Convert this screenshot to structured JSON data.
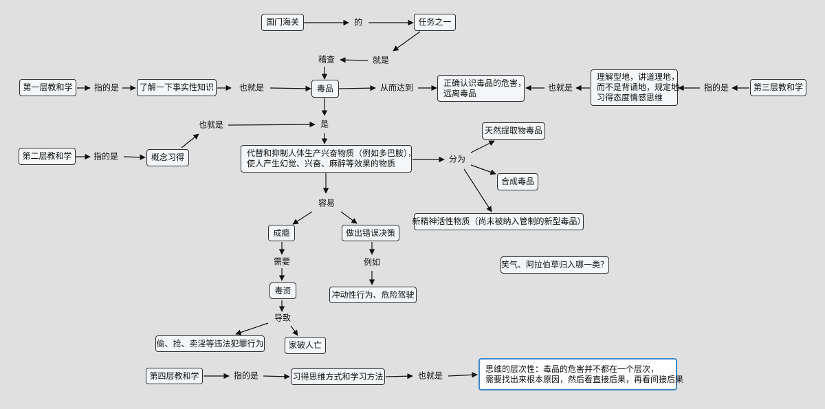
{
  "nodes": {
    "guomen": "国门海关",
    "renwu": "任务之一",
    "layer1": "第一层教和学",
    "liaojie": "了解一下事实性知识",
    "dupin": "毒品",
    "zhengque": "正确认识毒品的危害，\n远离毒品",
    "lijie": "理解型地，讲道理地，\n而不是背诵地，规定地\n习得态度情感思维",
    "layer3": "第三层教和学",
    "layer2": "第二层教和学",
    "gainian": "概念习得",
    "definition": "代替和抑制人体生产兴奋物质（例如多巴胺），\n使人产生幻觉、兴奋、麻醉等效果的物质",
    "tianran": "天然提取物毒品",
    "hecheng": "合成毒品",
    "xinjingshen": "新精神活性物质（尚未被纳入管制的新型毒品）",
    "chengyin": "成瘾",
    "zuochu": "做出错误决策",
    "duzi": "毒资",
    "chongdong": "冲动性行为、危险驾驶",
    "touqiang": "偷、抢、卖淫等违法犯罪行为",
    "jiapo": "家破人亡",
    "question": "笑气、阿拉伯草归入哪一类？",
    "layer4": "第四层教和学",
    "xide": "习得思维方式和学习方法",
    "siwei": "思维的层次性：毒品的危害并不都在一个层次，\n需要找出来根本原因，然后看直接后果，再看间接后果"
  },
  "labels": {
    "de": "的",
    "jiushi": "就是",
    "jicha": "稽查",
    "zhideshi1": "指的是",
    "yejiushi1": "也就是",
    "congerdadao": "从而达到",
    "yejiushi3": "也就是",
    "zhideshi3": "指的是",
    "yejiushi2": "也就是",
    "shi": "是",
    "zhideshi2": "指的是",
    "fenwei": "分为",
    "rongyi": "容易",
    "xuyao": "需要",
    "liru": "例如",
    "daozhi": "导致",
    "zhideshi4": "指的是",
    "yejiushi4": "也就是"
  }
}
